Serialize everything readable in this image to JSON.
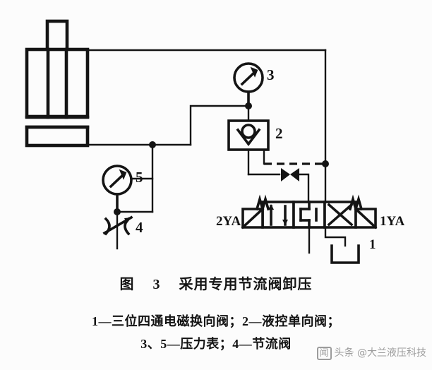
{
  "diagram": {
    "type": "hydraulic-circuit-schematic",
    "title_caption": {
      "figure_word": "图",
      "figure_number": "3",
      "figure_title": "采用专用节流阀卸压"
    },
    "legend_lines": [
      "1—三位四通电磁换向阀；2—液控单向阀；",
      "3、5—压力表；4—节流阀"
    ],
    "watermark": {
      "badge": "闻",
      "text": "头条 @大兰液压科技"
    },
    "colors": {
      "line": "#141414",
      "background": "#fcfcfc",
      "text": "#141414",
      "watermark": "#8c8c8c"
    },
    "components": [
      {
        "id": "cylinder",
        "label": "",
        "name": "hydraulic-cylinder",
        "description": "double-acting vertical cylinder with piston rod extending upward"
      },
      {
        "id": "5",
        "label": "5",
        "name": "pressure-gauge-5",
        "description": "pressure gauge on rod-side / unloading line"
      },
      {
        "id": "4",
        "label": "4",
        "name": "throttle-valve-4",
        "description": "adjustable throttle (needle) valve"
      },
      {
        "id": "3",
        "label": "3",
        "name": "pressure-gauge-3",
        "description": "pressure gauge on pilot-operated check valve line"
      },
      {
        "id": "2",
        "label": "2",
        "name": "pilot-operated-check-valve-2",
        "description": "pilot operated check valve (hydraulically controlled one-way valve)"
      },
      {
        "id": "1",
        "label": "1",
        "name": "directional-control-valve-1",
        "description": "3-position 4-way solenoid directional control valve, spring centred"
      },
      {
        "id": "shutoff",
        "label": "",
        "name": "shutoff-valve",
        "description": "manual shut-off / bowtie valve on pilot drain line"
      }
    ],
    "solenoid_labels": {
      "left": "2YA",
      "right": "1YA"
    },
    "valve_number_label": "1",
    "gauge_labels": {
      "upper": "3",
      "lower": "5"
    },
    "check_valve_label": "2",
    "throttle_label": "4"
  }
}
